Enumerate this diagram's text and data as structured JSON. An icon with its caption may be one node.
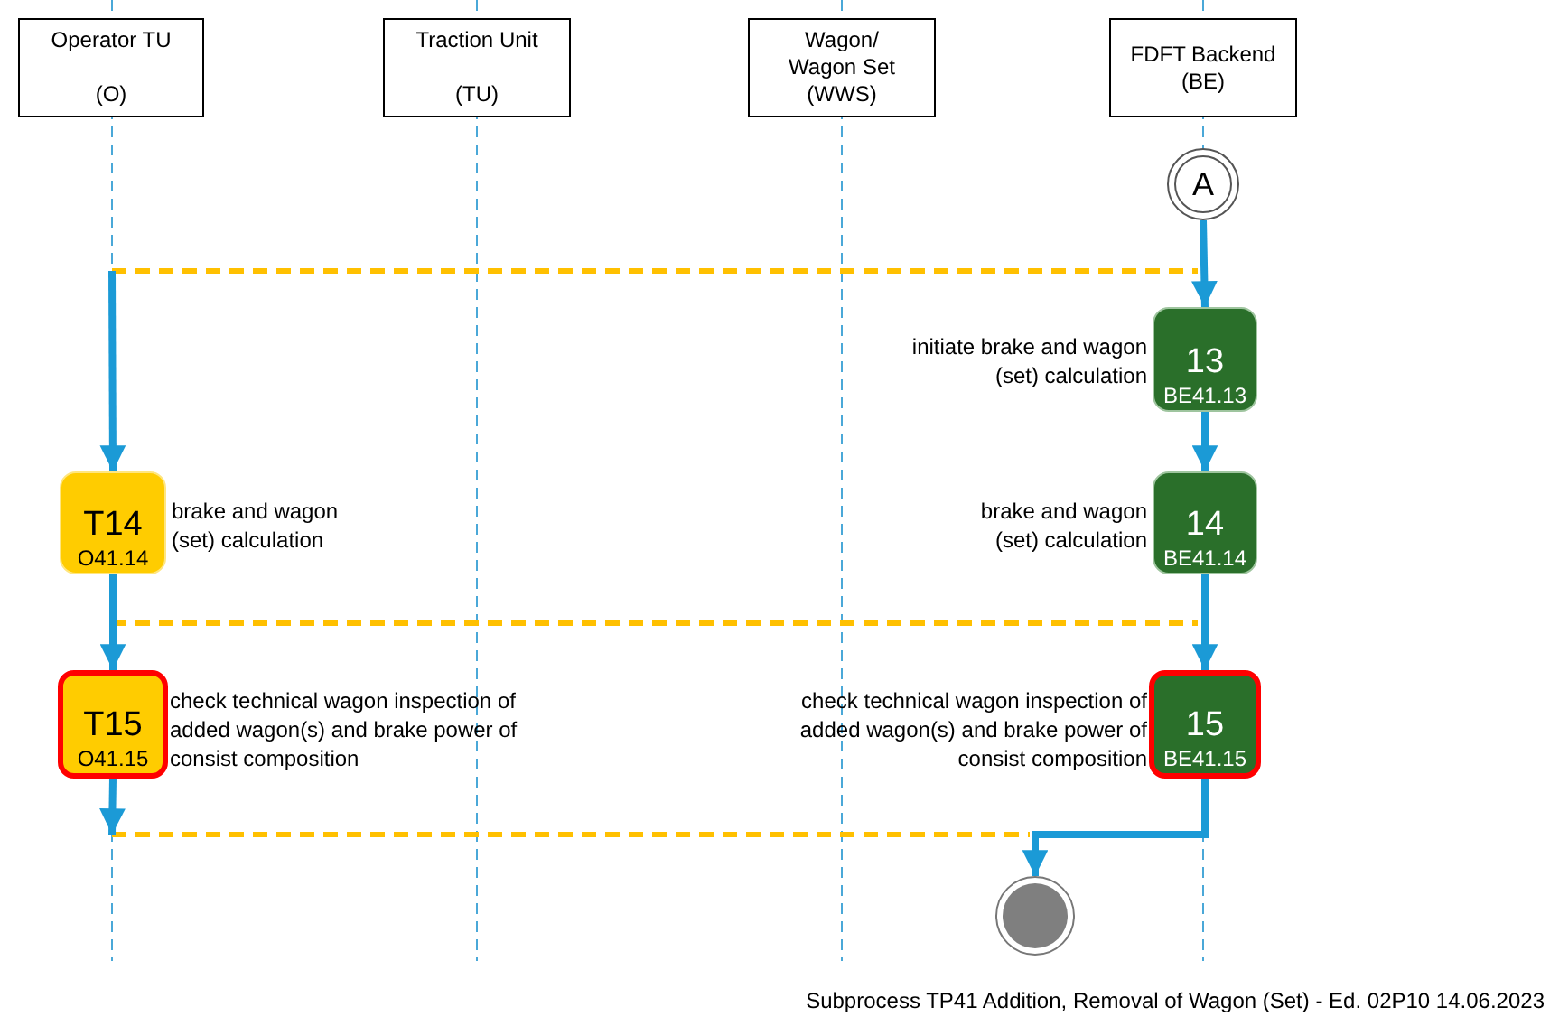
{
  "diagram": {
    "caption": "Subprocess TP41 Addition, Removal of Wagon (Set) - Ed. 02P10 14.06.2023",
    "nodes": [
      {
        "text": [
          "Operator TU",
          "(O)"
        ]
      },
      {
        "text": [
          "Traction Unit",
          "(TU)"
        ]
      },
      {
        "text": [
          "Wagon/ Wagon Set",
          "(WWS)"
        ]
      },
      {
        "text": [
          "FDFT Backend",
          "(BE)"
        ]
      },
      {
        "text": [
          "A"
        ]
      },
      {
        "text": [
          "13",
          "BE41.13"
        ],
        "beside": [
          "initiate brake and wagon (set) calculation"
        ]
      },
      {
        "text": [
          "T14",
          "O41.14"
        ],
        "beside": [
          "brake and wagon (set) calculation"
        ]
      },
      {
        "text": [
          "14",
          "BE41.14"
        ],
        "beside": [
          "brake and wagon (set) calculation"
        ]
      },
      {
        "text": [
          "T15",
          "O41.15"
        ],
        "beside": [
          "check technical wagon inspection of added wagon(s) and brake power of consist composition"
        ]
      },
      {
        "text": [
          "15",
          "BE41.15"
        ],
        "beside": [
          "check technical wagon inspection of added wagon(s) and brake power of consist composition"
        ]
      },
      {
        "text": [],
        "shape": "circle"
      }
    ],
    "edges": [
      {
        "from": 4,
        "to": 5,
        "arrow": "to"
      },
      {
        "from": null,
        "to": 6,
        "arrow": "to"
      },
      {
        "from": 5,
        "to": 7,
        "arrow": "to"
      },
      {
        "from": 7,
        "to": 9,
        "arrow": "to"
      },
      {
        "from": 6,
        "to": 8,
        "arrow": "to"
      },
      {
        "from": 8,
        "to": null,
        "arrow": "to"
      },
      {
        "from": 9,
        "to": 10,
        "arrow": "to"
      }
    ]
  }
}
